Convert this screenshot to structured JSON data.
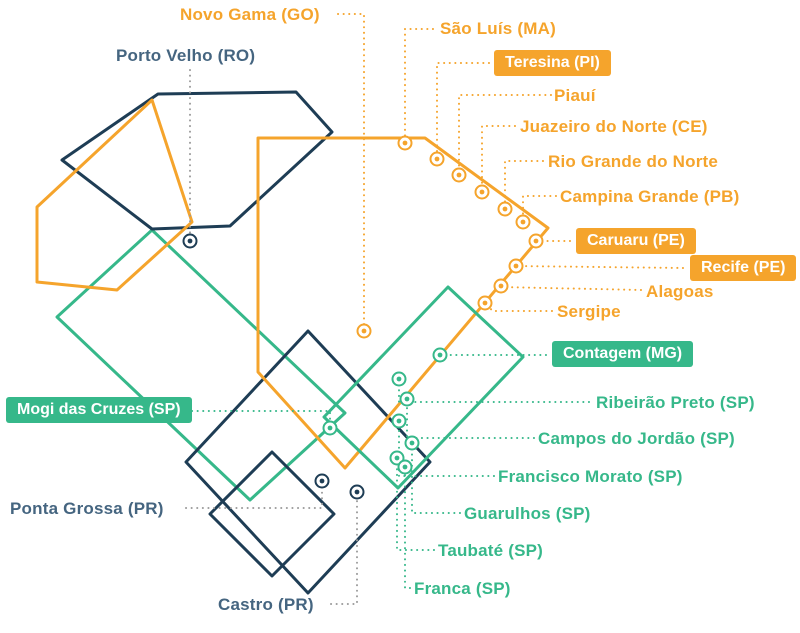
{
  "colors": {
    "orange": "#F5A42C",
    "green": "#36B88A",
    "navy": "#1E3D55",
    "navy_text": "#456580",
    "gray_line": "#9B9B9B",
    "background": "#FFFFFF"
  },
  "map": {
    "plain_labels": {
      "novo_gama": "Novo Gama (GO)",
      "porto_velho": "Porto Velho (RO)",
      "sao_luis": "São Luís (MA)",
      "piaui": "Piauí",
      "juazeiro_do_norte": "Juazeiro do Norte (CE)",
      "rio_grande_do_norte": "Rio Grande do Norte",
      "campina_grande": "Campina Grande (PB)",
      "alagoas": "Alagoas",
      "sergipe": "Sergipe",
      "ribeirao_preto": "Ribeirão Preto (SP)",
      "campos_do_jordao": "Campos do Jordão (SP)",
      "francisco_morato": "Francisco Morato (SP)",
      "guarulhos": "Guarulhos (SP)",
      "taubate": "Taubaté (SP)",
      "franca": "Franca (SP)",
      "ponta_grossa": "Ponta Grossa (PR)",
      "castro": "Castro (PR)"
    },
    "highlighted_labels": {
      "teresina": "Teresina (PI)",
      "caruaru": "Caruaru (PE)",
      "recife": "Recife (PE)",
      "contagem": "Contagem (MG)",
      "mogi_das_cruzes": "Mogi das Cruzes (SP)"
    }
  }
}
